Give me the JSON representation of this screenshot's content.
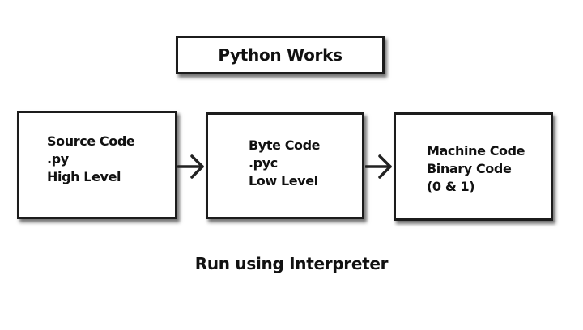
{
  "title": "Python Works",
  "stages": [
    {
      "id": "source-code",
      "lines": [
        "Source Code",
        ".py",
        "High Level"
      ]
    },
    {
      "id": "byte-code",
      "lines": [
        "Byte Code",
        ".pyc",
        "Low Level"
      ]
    },
    {
      "id": "machine-code",
      "lines": [
        "Machine Code",
        "Binary Code",
        "(0 & 1)"
      ]
    }
  ],
  "connectors": [
    {
      "from": "source-code",
      "to": "byte-code",
      "icon": "right-arrow-icon"
    },
    {
      "from": "byte-code",
      "to": "machine-code",
      "icon": "right-arrow-icon"
    }
  ],
  "footer": "Run using Interpreter"
}
